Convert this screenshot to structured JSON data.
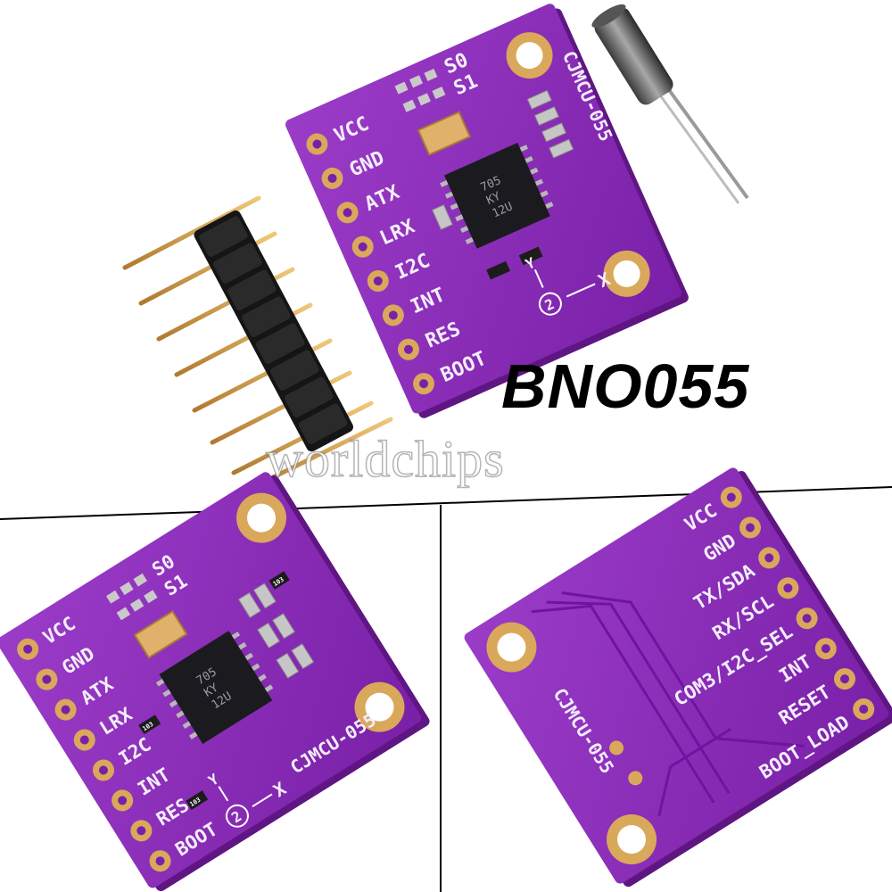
{
  "product_title": "BNO055",
  "watermark": "worldchips",
  "colors": {
    "pcb": "#8a2bb5",
    "pcb_edge": "#5f1682",
    "pad": "#d9a85a",
    "background": "#ffffff"
  },
  "board_top_view": {
    "pin_labels": [
      "VCC",
      "GND",
      "ATX",
      "LRX",
      "I2C",
      "INT",
      "RES",
      "BOOT"
    ],
    "jumper_labels": [
      "S0",
      "S1"
    ],
    "board_name": "CJMCU-055",
    "axis_labels": [
      "Y",
      "X"
    ],
    "axis_marker": "2",
    "chip_marking": [
      "705",
      "KY",
      "12U"
    ],
    "resistor_marking": [
      "103",
      "103",
      "103"
    ]
  },
  "board_back_view": {
    "pin_labels": [
      "VCC",
      "GND",
      "TX/SDA",
      "RX/SCL",
      "COM3/I2C_SEL",
      "INT",
      "RESET",
      "BOOT_LOAD"
    ],
    "board_name": "CJMCU-055"
  },
  "components": {
    "pin_header_pins": 8,
    "crystal": "crystal"
  }
}
